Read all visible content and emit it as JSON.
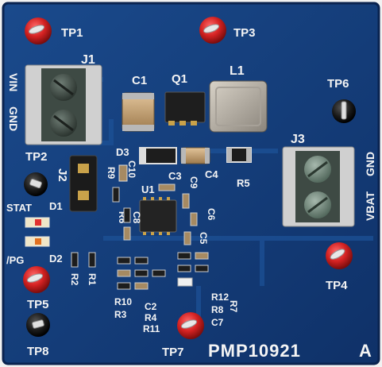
{
  "board": {
    "name": "PMP10921",
    "revision": "A",
    "colors": {
      "pcb": "#123a78",
      "silkscreen": "#f4f4f4",
      "gold": "#c9a24a"
    }
  },
  "testpoints": {
    "tp1": "TP1",
    "tp2": "TP2",
    "tp3": "TP3",
    "tp4": "TP4",
    "tp5": "TP5",
    "tp6": "TP6",
    "tp7": "TP7",
    "tp8": "TP8"
  },
  "connectors": {
    "j1": "J1",
    "j1_vin": "VIN",
    "j1_gnd": "GND",
    "j2": "J2",
    "j3": "J3",
    "j3_vbat": "VBAT",
    "j3_gnd": "GND"
  },
  "components": {
    "c1": "C1",
    "q1": "Q1",
    "l1": "L1",
    "d3": "D3",
    "c10": "C10",
    "c4": "C4",
    "r5": "R5",
    "r9": "R9",
    "c3": "C3",
    "u1": "U1",
    "c9": "C9",
    "r6": "R6",
    "c8": "C8",
    "c6": "C6",
    "c5": "C5",
    "d1": "D1",
    "d2": "D2",
    "r2": "R2",
    "r1": "R1",
    "r10": "R10",
    "r3": "R3",
    "c2": "C2",
    "r4": "R4",
    "r11": "R11",
    "r12": "R12",
    "r8": "R8",
    "c7": "C7",
    "r7": "R7"
  },
  "labels": {
    "stat": "STAT",
    "pg": "/PG"
  }
}
